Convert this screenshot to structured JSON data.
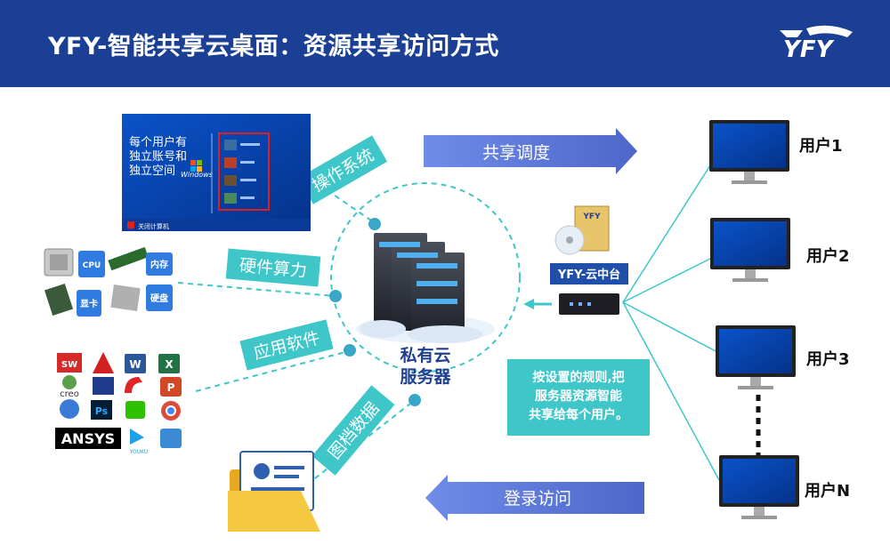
{
  "header": {
    "title": "YFY-智能共享云桌面：资源共享访问方式",
    "logo_text": "YFY"
  },
  "center": {
    "server_label_line1": "私有云",
    "server_label_line2": "服务器"
  },
  "connectors": {
    "os": "操作系统",
    "hardware": "硬件算力",
    "apps": "应用软件",
    "files": "图档数据"
  },
  "arrows": {
    "share": "共享调度",
    "login": "登录访问"
  },
  "login_screen": {
    "line1": "每个用户有",
    "line2": "独立账号和",
    "line3": "独立空间",
    "brand": "Windows",
    "footer": "关闭计算机"
  },
  "hardware_icons": {
    "cpu": "CPU",
    "memory": "内存",
    "gpu": "显卡",
    "disk": "硬盘"
  },
  "apps": {
    "ansys": "ANSYS",
    "creo": "creo",
    "ps": "Ps",
    "youku": "YOUKU",
    "sw": "SW"
  },
  "middleware": {
    "label": "YFY-云中台",
    "box_text": "YFY"
  },
  "note": {
    "line1": "按设置的规则,把",
    "line2": "服务器资源智能",
    "line3": "共享给每个用户。"
  },
  "users": [
    "用户1",
    "用户2",
    "用户3",
    "用户N"
  ],
  "colors": {
    "header": "#1a3f95",
    "arrow": "#5a74d8",
    "teal": "#3ec6c9",
    "dashed": "#3ec6c9"
  }
}
